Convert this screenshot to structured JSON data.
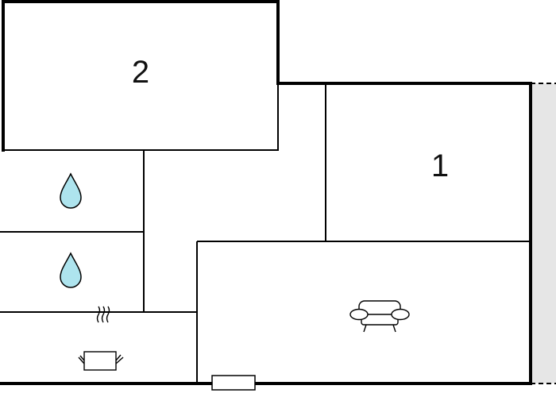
{
  "floorplan": {
    "colors": {
      "wall": "#000000",
      "background": "#ffffff",
      "balcony": "#e6e6e6",
      "water": "#aee4ee"
    },
    "rooms": [
      {
        "id": "bedroom-2",
        "label": "2"
      },
      {
        "id": "bedroom-1",
        "label": "1"
      }
    ],
    "icons": [
      {
        "room": "bathroom-1",
        "icon": "water-drop-icon"
      },
      {
        "room": "bathroom-2",
        "icon": "water-drop-icon"
      },
      {
        "room": "kitchen",
        "icon": "cooking-pot-icon"
      },
      {
        "room": "living-room",
        "icon": "sofa-icon"
      }
    ],
    "features": [
      "entrance-door",
      "balcony"
    ]
  }
}
